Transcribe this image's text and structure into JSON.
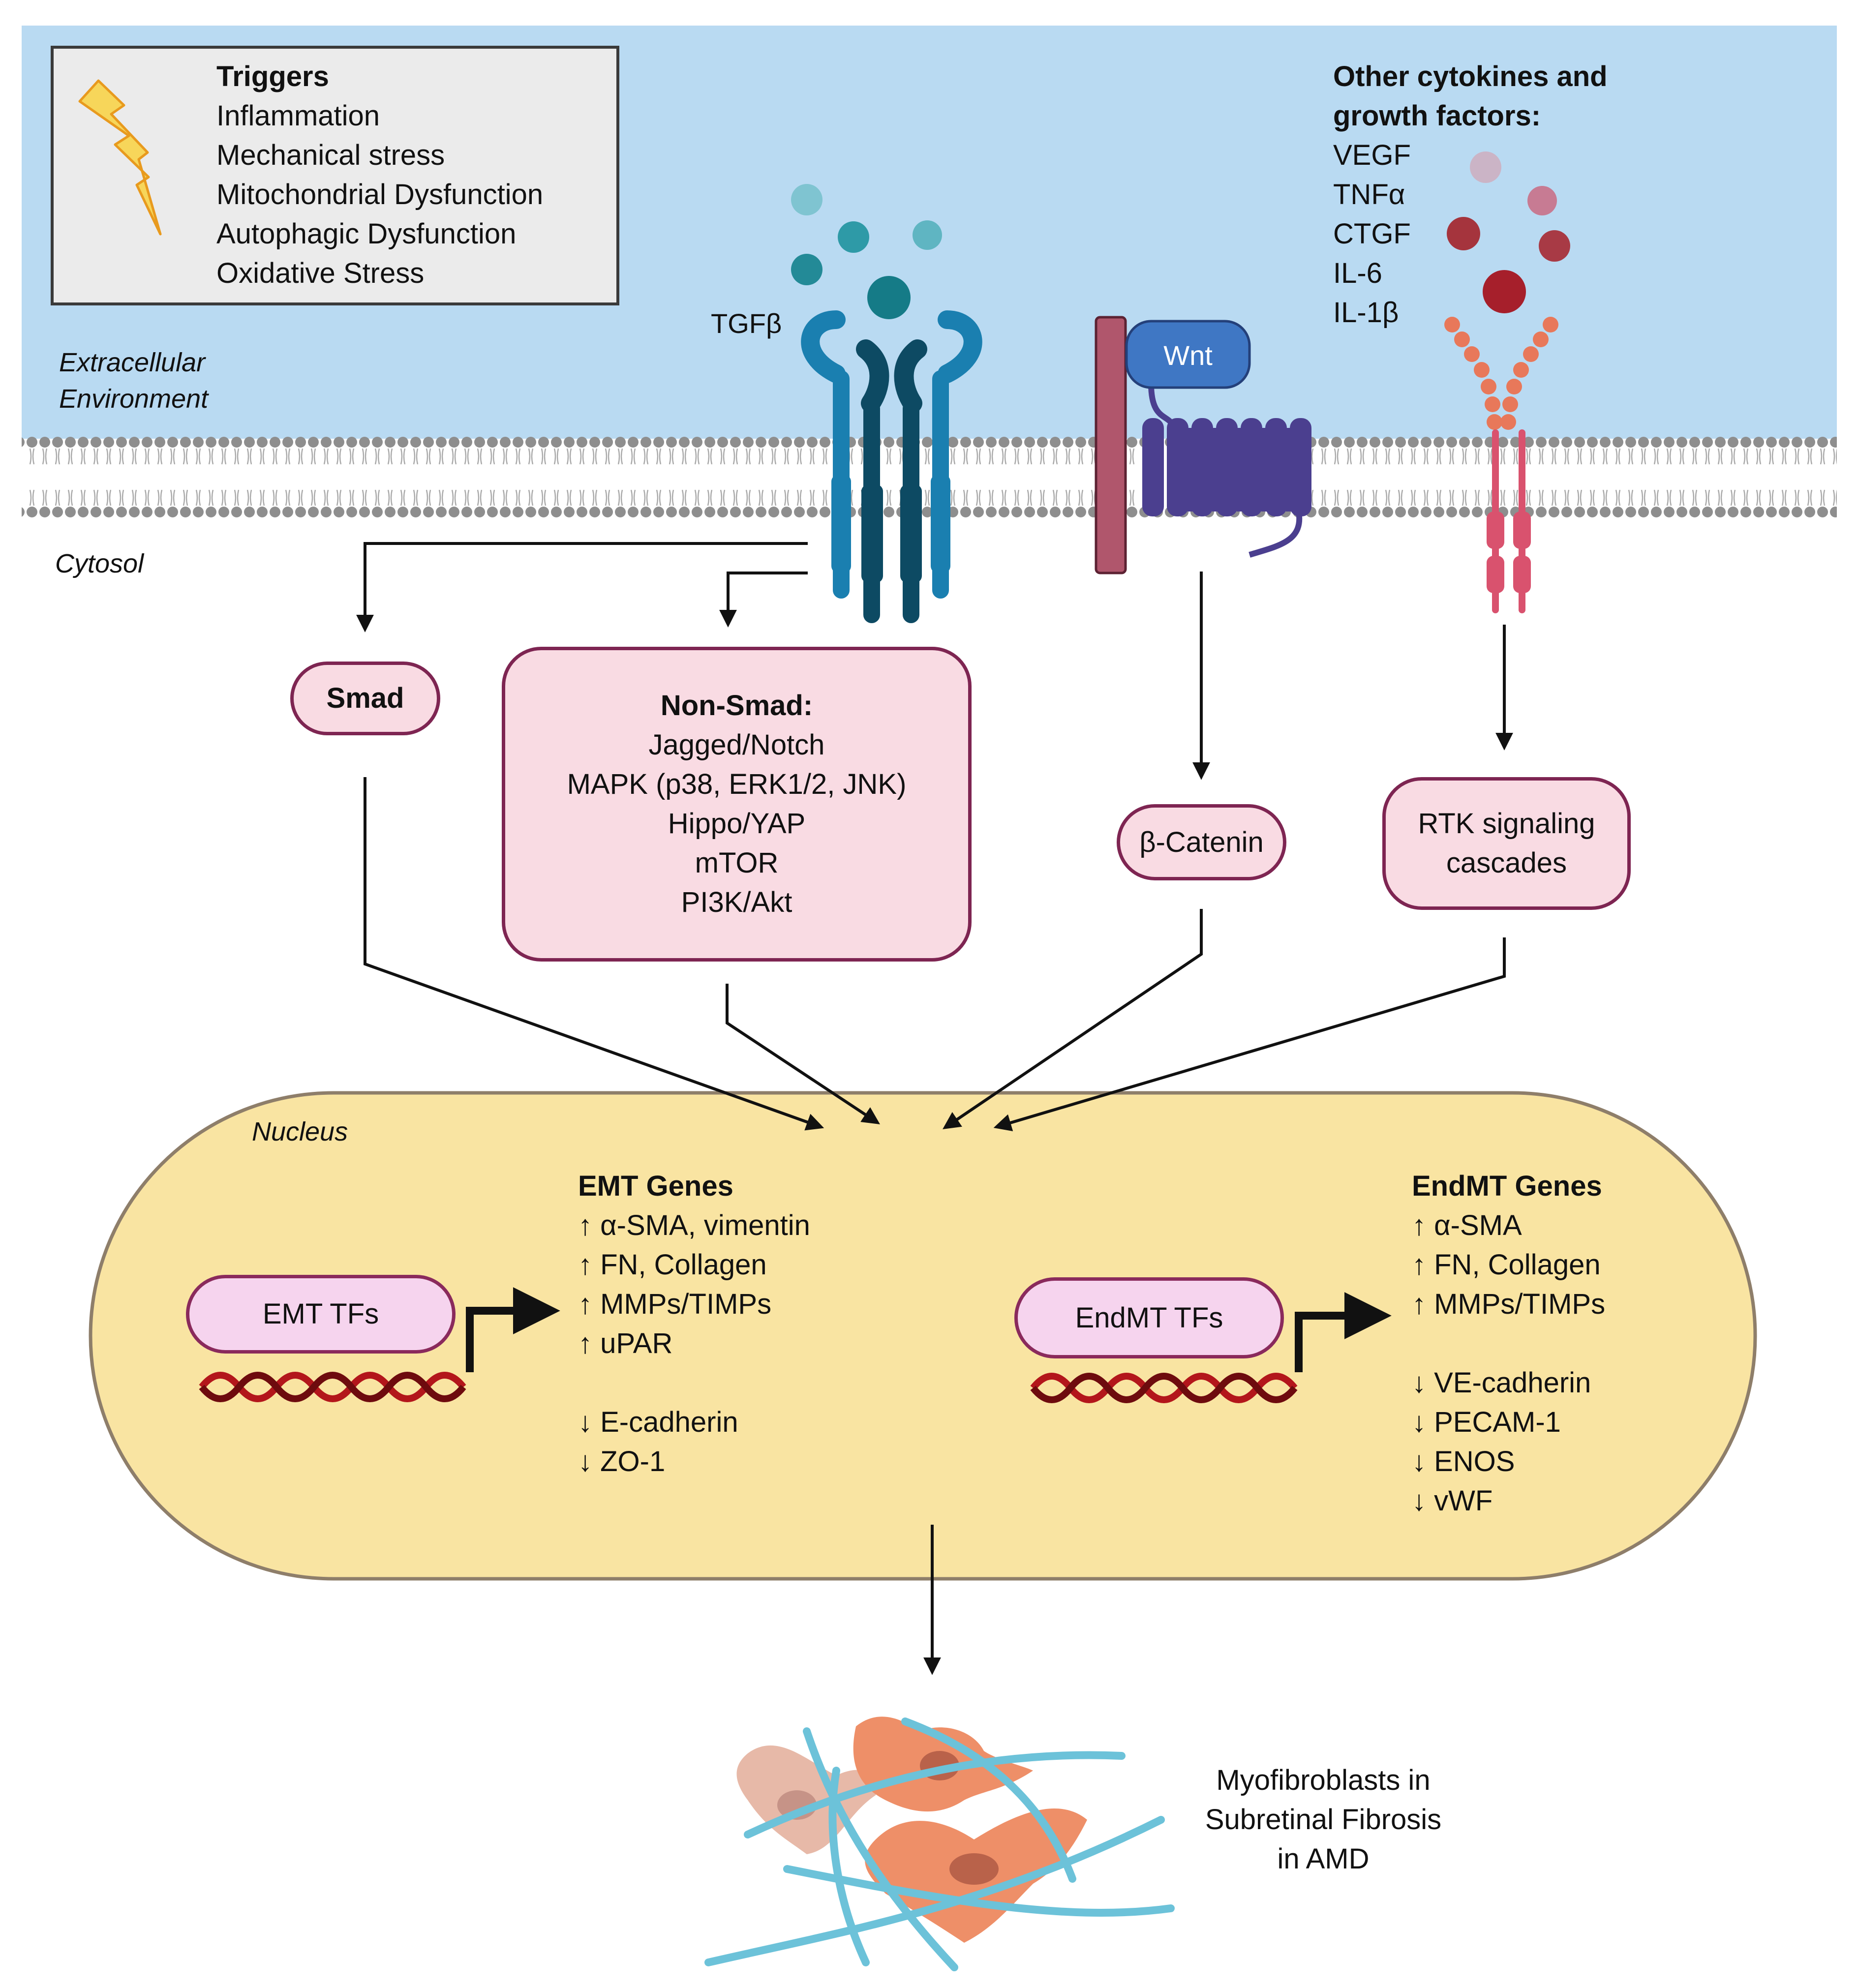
{
  "triggers": {
    "title": "Triggers",
    "items": [
      "Inflammation",
      "Mechanical stress",
      "Mitochondrial Dysfunction",
      "Autophagic Dysfunction",
      "Oxidative Stress"
    ]
  },
  "cytokines": {
    "title_line1": "Other cytokines and",
    "title_line2": "growth factors:",
    "items": [
      "VEGF",
      "TNFα",
      "CTGF",
      "IL-6",
      "IL-1β"
    ]
  },
  "labels": {
    "tgfb": "TGFβ",
    "wnt": "Wnt",
    "extracellular_line1": "Extracellular",
    "extracellular_line2": "Environment",
    "cytosol": "Cytosol",
    "nucleus": "Nucleus"
  },
  "smad": "Smad",
  "non_smad": {
    "title": "Non-Smad:",
    "items": [
      "Jagged/Notch",
      "MAPK (p38, ERK1/2, JNK)",
      "Hippo/YAP",
      "mTOR",
      "PI3K/Akt"
    ]
  },
  "beta_catenin": "β-Catenin",
  "rtk": {
    "line1": "RTK signaling",
    "line2": "cascades"
  },
  "emt": {
    "tf_label": "EMT TFs",
    "title": "EMT Genes",
    "up": [
      "↑ α-SMA, vimentin",
      "↑ FN, Collagen",
      "↑ MMPs/TIMPs",
      "↑ uPAR"
    ],
    "down": [
      "↓ E-cadherin",
      "↓ ZO-1"
    ]
  },
  "endmt": {
    "tf_label": "EndMT TFs",
    "title": "EndMT Genes",
    "up": [
      "↑ α-SMA",
      "↑ FN, Collagen",
      "↑ MMPs/TIMPs"
    ],
    "down": [
      "↓ VE-cadherin",
      "↓ PECAM-1",
      "↓ ENOS",
      "↓ vWF"
    ]
  },
  "outcome": {
    "line1": "Myofibroblasts in",
    "line2": "Subretinal Fibrosis",
    "line3": "in AMD"
  },
  "colors": {
    "extracellular": "#b9daf2",
    "membrane": "#8a8a8a",
    "nucleus_fill": "#f9e4a2",
    "nucleus_border": "#8e7e6a",
    "pill_border": "#7e2552",
    "pill_fill": "#f9dbe3",
    "tgfb_receptor": "#1a7fb0",
    "tgfb_receptor_dark": "#0d4a63",
    "tgfb_ligand": "#167f8a",
    "wnt": "#3f77c4",
    "frizzled": "#4b3f8f",
    "lrp": "#b0566c",
    "rtk": "#e8785a",
    "rtk_tm": "#d9526e",
    "cytokine": "#a5343d",
    "dna": "#b3161b",
    "fibroblast": "#ee8f68",
    "fiber": "#6cc2d9"
  }
}
